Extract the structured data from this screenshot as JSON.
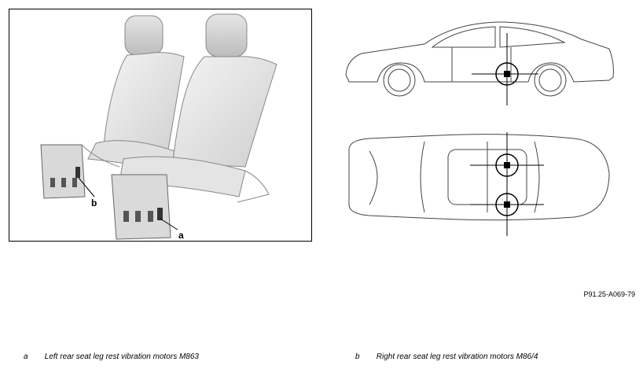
{
  "figure_code": "P91.25-A069-79",
  "callouts": {
    "a": "a",
    "b": "b"
  },
  "legend": [
    {
      "key": "a",
      "text": "Left rear seat leg rest vibration motors M863"
    },
    {
      "key": "b",
      "text": "Right rear seat leg rest vibration motors M86/4"
    }
  ]
}
